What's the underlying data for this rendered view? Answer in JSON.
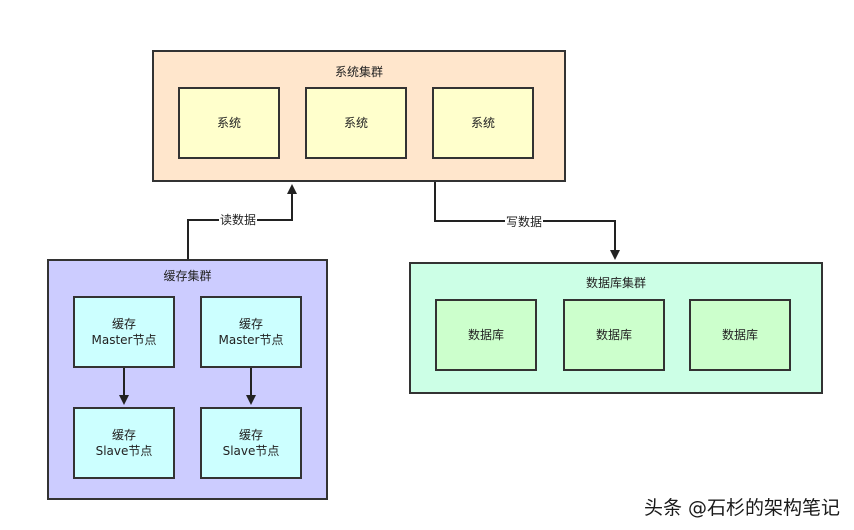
{
  "system_cluster": {
    "title": "系统集群",
    "nodes": [
      "系统",
      "系统",
      "系统"
    ]
  },
  "cache_cluster": {
    "title": "缓存集群",
    "masters": [
      {
        "line1": "缓存",
        "line2": "Master节点"
      },
      {
        "line1": "缓存",
        "line2": "Master节点"
      }
    ],
    "slaves": [
      {
        "line1": "缓存",
        "line2": "Slave节点"
      },
      {
        "line1": "缓存",
        "line2": "Slave节点"
      }
    ]
  },
  "db_cluster": {
    "title": "数据库集群",
    "nodes": [
      "数据库",
      "数据库",
      "数据库"
    ]
  },
  "edges": {
    "read_label": "读数据",
    "write_label": "写数据"
  },
  "watermark": "头条 @石杉的架构笔记",
  "colors": {
    "system_cluster_fill": "#ffe6cc",
    "system_node_fill": "#ffffcc",
    "cache_cluster_fill": "#ccccff",
    "cache_node_fill": "#ccffff",
    "db_cluster_fill": "#ccffe6",
    "db_node_fill": "#ccffcc",
    "stroke": "#333333"
  }
}
